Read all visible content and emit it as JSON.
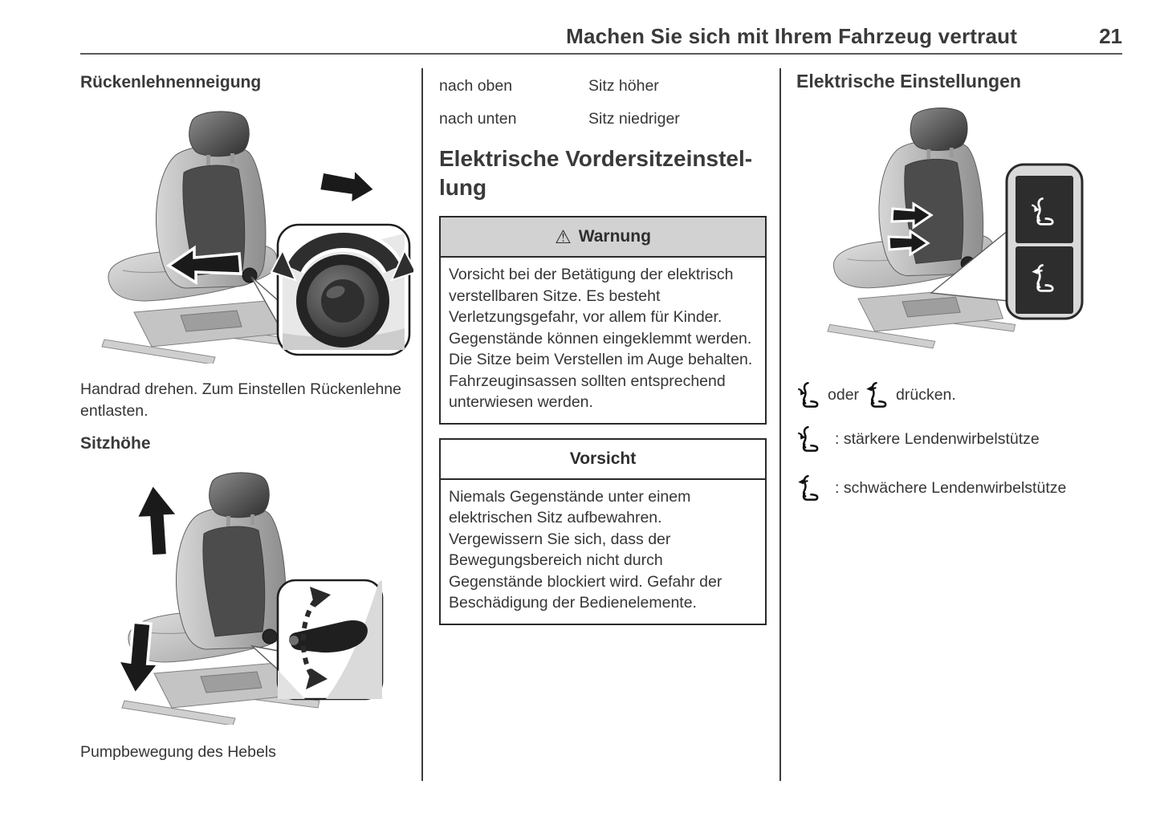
{
  "header": {
    "title": "Machen Sie sich mit Ihrem Fahrzeug vertraut",
    "page_number": "21"
  },
  "left": {
    "heading_recline": "Rückenlehnenneigung",
    "caption_recline": "Handrad drehen. Zum Einstellen Rückenlehne entlasten.",
    "heading_height": "Sitzhöhe",
    "caption_height": "Pumpbewegung des Hebels"
  },
  "middle": {
    "table": {
      "rows": [
        {
          "key": "nach oben",
          "value": "Sitz höher"
        },
        {
          "key": "nach unten",
          "value": "Sitz niedriger"
        }
      ]
    },
    "section_heading_lines": [
      "Elektrische Vordersitzeinstel-",
      "lung"
    ],
    "warning_box": {
      "symbol": "⚠",
      "title": "Warnung",
      "paragraphs": [
        "Vorsicht bei der Betätigung der elektrisch verstellbaren Sitze. Es besteht Verletzungsgefahr, vor allem für Kinder. Gegenstände können eingeklemmt werden.",
        "Die Sitze beim Verstellen im Auge behalten. Fahrzeuginsassen sollten entsprechend unterwiesen werden."
      ]
    },
    "caution_box": {
      "title": "Vorsicht",
      "paragraphs": [
        "Niemals Gegenstände unter einem elektrischen Sitz aufbewahren. Vergewissern Sie sich, dass der Bewegungsbereich nicht durch Gegenstände blockiert wird. Gefahr der Beschädigung der Bedienelemente."
      ]
    }
  },
  "right": {
    "heading": "Elektrische Einstellungen",
    "press_line": {
      "between": "oder",
      "after": "drücken."
    },
    "legend": [
      {
        "icon": "lumbar-stronger-icon",
        "text": ": stärkere Lendenwirbelstütze"
      },
      {
        "icon": "lumbar-weaker-icon",
        "text": ": schwächere Lendenwirbelstütze"
      }
    ]
  },
  "colors": {
    "warning_header_bg": "#d2d2d2",
    "box_border": "#2a2a2a",
    "text": "#363636",
    "rule": "#5a5a5a"
  }
}
